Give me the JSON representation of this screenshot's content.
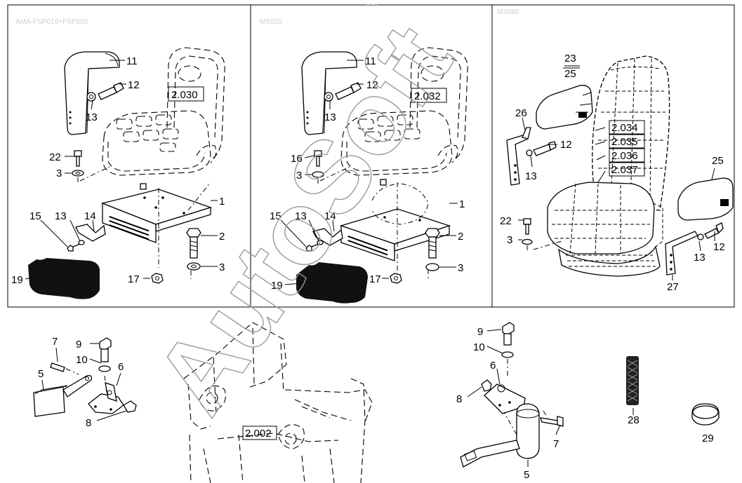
{
  "panels": {
    "left_title": "AMA-FSP010+FSP050",
    "middle_title": "MS020",
    "right_title": "MS085",
    "top_mark": "% ww"
  },
  "refs": {
    "r2030": "2.030",
    "r2032": "2.032",
    "r2034": "2.034",
    "r2035": "2.035",
    "r2036": "2.036",
    "r2037": "2.037",
    "r2002": "2.002"
  },
  "callouts": {
    "left": [
      "11",
      "12",
      "13",
      "22",
      "3",
      "1",
      "15",
      "13",
      "14",
      "2",
      "3",
      "19",
      "17"
    ],
    "middle": [
      "11",
      "12",
      "13",
      "16",
      "3",
      "1",
      "15",
      "13",
      "14",
      "2",
      "3",
      "19",
      "17"
    ],
    "right": [
      "23",
      "25",
      "26",
      "12",
      "13",
      "25",
      "22",
      "3",
      "12",
      "13",
      "27"
    ],
    "bottom_left": [
      "7",
      "9",
      "10",
      "5",
      "6",
      "8"
    ],
    "bottom_right": [
      "9",
      "10",
      "6",
      "8",
      "7",
      "5",
      "28",
      "29"
    ]
  },
  "watermark": "AutoSoft"
}
